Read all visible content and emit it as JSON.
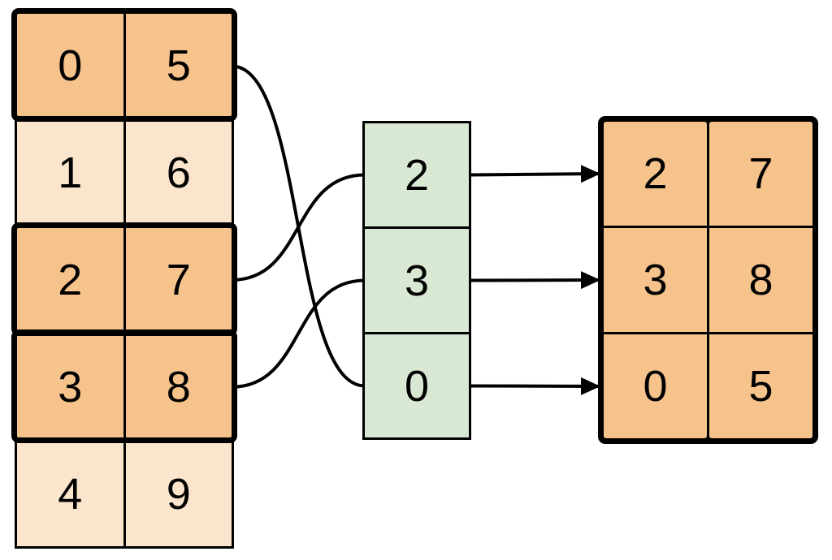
{
  "canvas": {
    "background": "#ffffff"
  },
  "colors": {
    "canvas_bg": "#ffffff",
    "highlight_fill": "#f5c38b",
    "plain_fill": "#fbe6cd",
    "index_fill": "#d8e8d2",
    "border_color": "#000000",
    "connector_color": "#000000"
  },
  "source_table": {
    "rows": [
      {
        "cells": [
          "0",
          "5"
        ],
        "highlighted": true
      },
      {
        "cells": [
          "1",
          "6"
        ],
        "highlighted": false
      },
      {
        "cells": [
          "2",
          "7"
        ],
        "highlighted": true
      },
      {
        "cells": [
          "3",
          "8"
        ],
        "highlighted": true
      },
      {
        "cells": [
          "4",
          "9"
        ],
        "highlighted": false
      }
    ]
  },
  "index_column": {
    "cells": [
      "2",
      "3",
      "0"
    ]
  },
  "result_table": {
    "rows": [
      {
        "cells": [
          "2",
          "7"
        ]
      },
      {
        "cells": [
          "3",
          "8"
        ]
      },
      {
        "cells": [
          "0",
          "5"
        ]
      }
    ]
  },
  "connections": [
    {
      "type": "curve",
      "from": "source-row-0",
      "to": "index-cell-2"
    },
    {
      "type": "curve",
      "from": "source-row-2",
      "to": "index-cell-0"
    },
    {
      "type": "curve",
      "from": "source-row-3",
      "to": "index-cell-1"
    },
    {
      "type": "arrow",
      "from": "index-cell-0",
      "to": "result-row-0"
    },
    {
      "type": "arrow",
      "from": "index-cell-1",
      "to": "result-row-1"
    },
    {
      "type": "arrow",
      "from": "index-cell-2",
      "to": "result-row-2"
    }
  ]
}
